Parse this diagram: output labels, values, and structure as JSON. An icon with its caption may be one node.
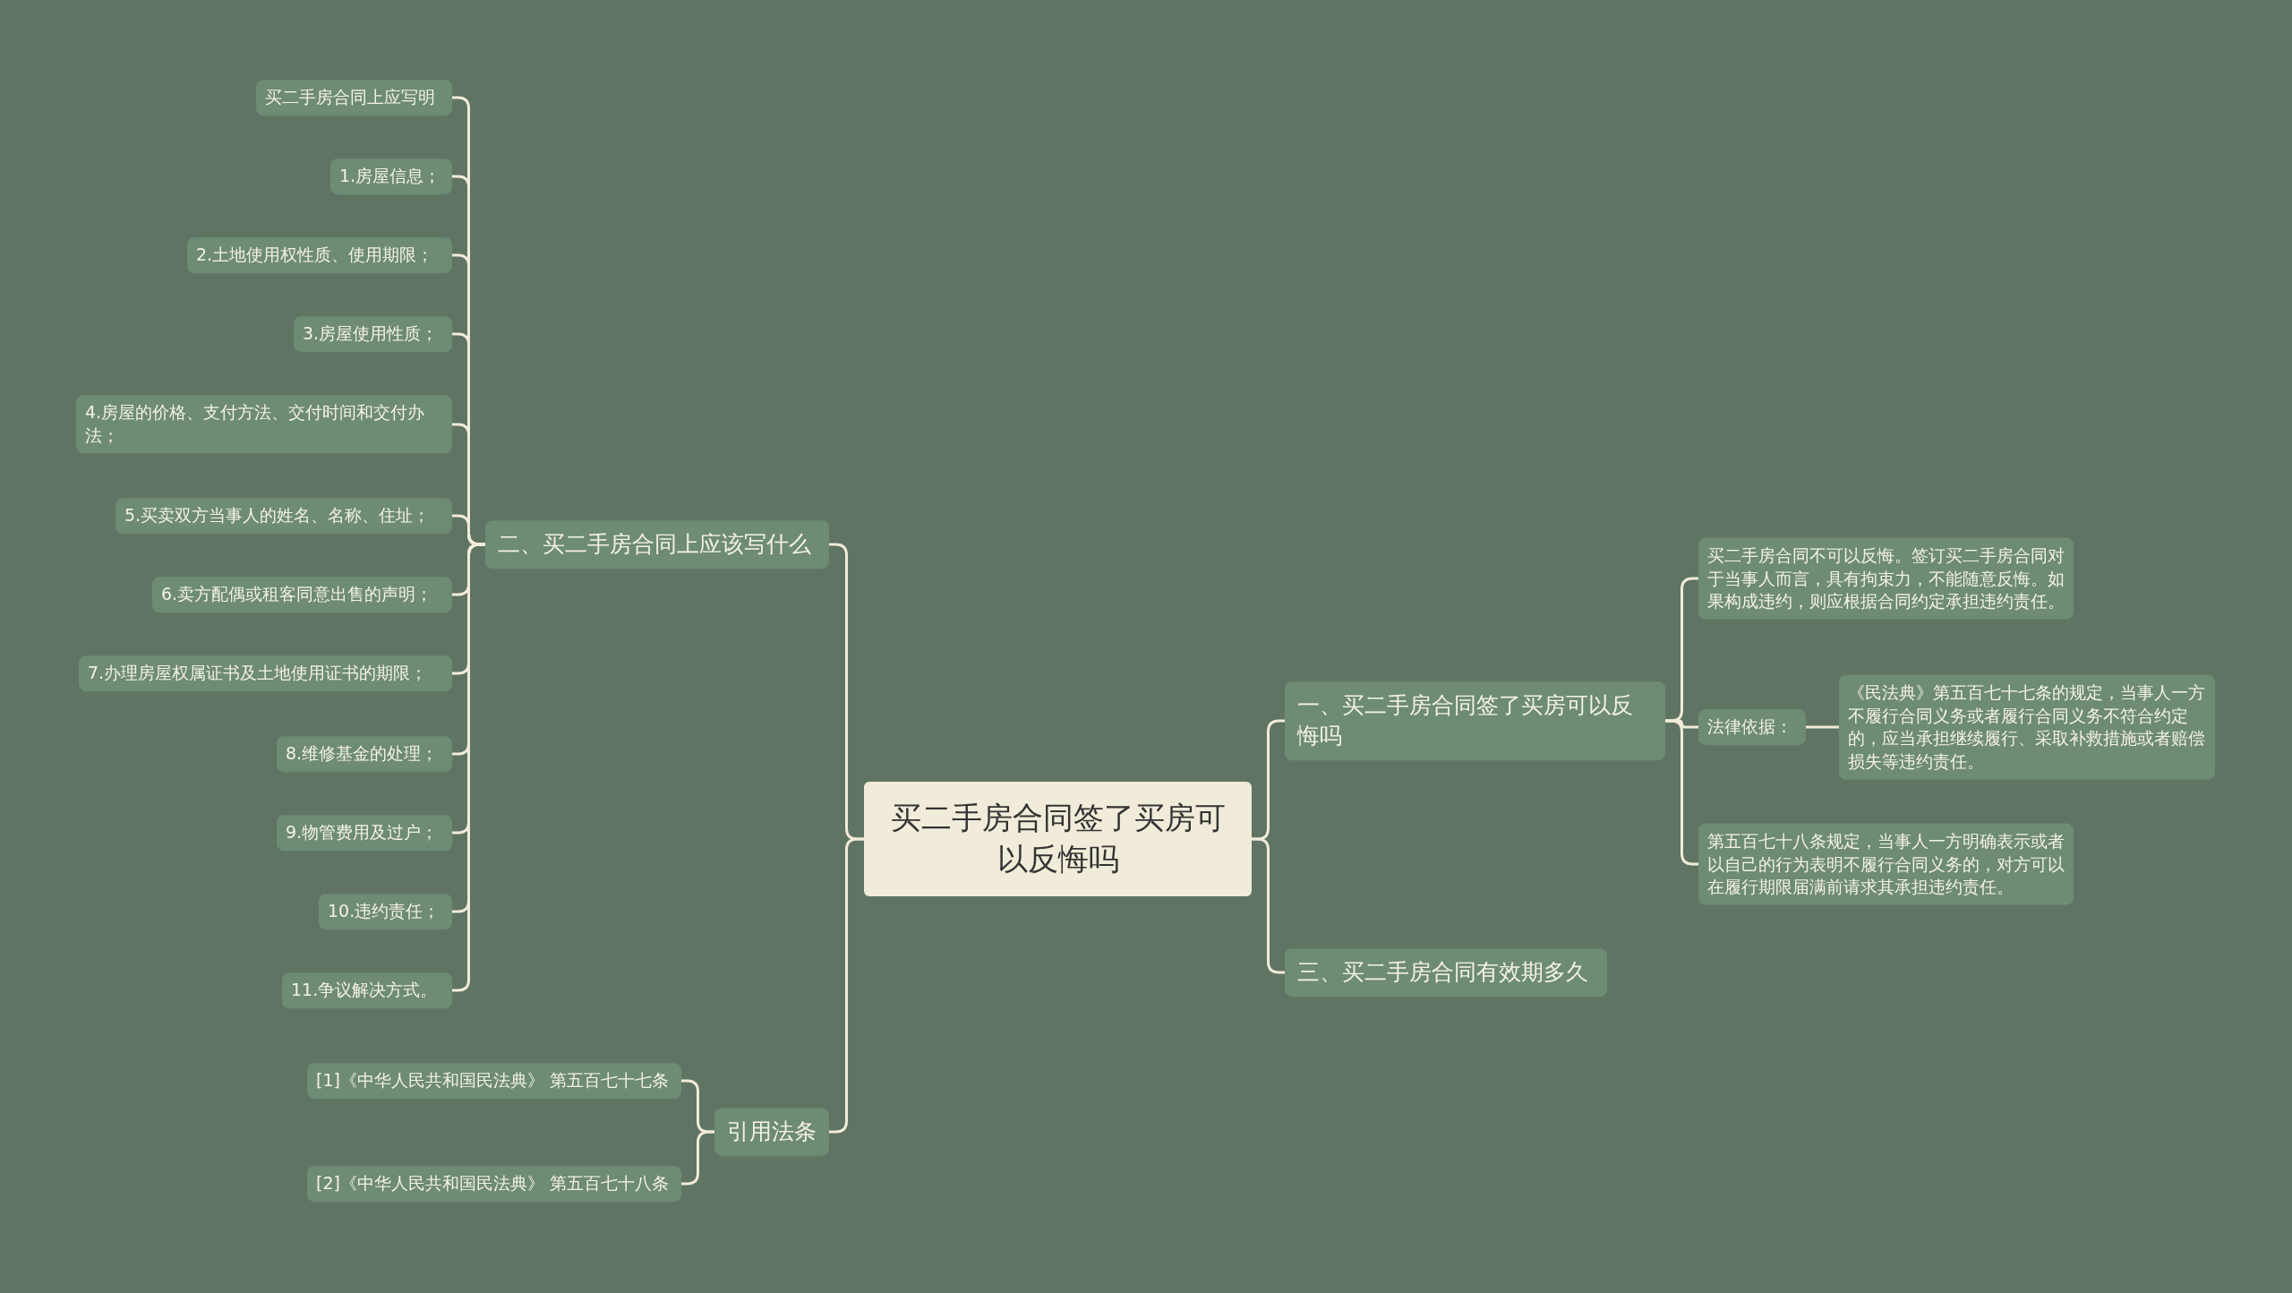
{
  "diagram": {
    "nodes": [
      {
        "text": [
          "买二手房合同签了买房可以反悔吗"
        ]
      },
      {
        "text": [
          "一、买二手房合同签了买房可以反悔吗"
        ]
      },
      {
        "text": [
          "买二手房合同不可以反悔。签订买二手房合同对于当事人而言，具有拘束力，不能随意反悔。如果构成违约，则应根据合同约定承担违约责任。"
        ]
      },
      {
        "text": [
          "法律依据："
        ]
      },
      {
        "text": [
          "《民法典》第五百七十七条的规定，当事人一方不履行合同义务或者履行合同义务不符合约定的，应当承担继续履行、采取补救措施或者赔偿损失等违约责任。"
        ]
      },
      {
        "text": [
          "第五百七十八条规定，当事人一方明确表示或者以自己的行为表明不履行合同义务的，对方可以在履行期限届满前请求其承担违约责任。"
        ]
      },
      {
        "text": [
          "三、买二手房合同有效期多久"
        ]
      },
      {
        "text": [
          "二、买二手房合同上应该写什么"
        ]
      },
      {
        "text": [
          "买二手房合同上应写明"
        ]
      },
      {
        "text": [
          "1.房屋信息；"
        ]
      },
      {
        "text": [
          "2.土地使用权性质、使用期限；"
        ]
      },
      {
        "text": [
          "3.房屋使用性质；"
        ]
      },
      {
        "text": [
          "4.房屋的价格、支付方法、交付时间和交付办法；"
        ]
      },
      {
        "text": [
          "5.买卖双方当事人的姓名、名称、住址；"
        ]
      },
      {
        "text": [
          "6.卖方配偶或租客同意出售的声明；"
        ]
      },
      {
        "text": [
          "7.办理房屋权属证书及土地使用证书的期限；"
        ]
      },
      {
        "text": [
          "8.维修基金的处理；"
        ]
      },
      {
        "text": [
          "9.物管费用及过户；"
        ]
      },
      {
        "text": [
          "10.违约责任；"
        ]
      },
      {
        "text": [
          "11.争议解决方式。"
        ]
      },
      {
        "text": [
          "引用法条"
        ]
      },
      {
        "text": [
          "[1]《中华人民共和国民法典》 第五百七十七条"
        ]
      },
      {
        "text": [
          "[2]《中华人民共和国民法典》 第五百七十八条"
        ]
      }
    ],
    "edges": [
      {
        "from": 0,
        "to": 1,
        "arrow": "none"
      },
      {
        "from": 0,
        "to": 6,
        "arrow": "none"
      },
      {
        "from": 0,
        "to": 7,
        "arrow": "none"
      },
      {
        "from": 0,
        "to": 20,
        "arrow": "none"
      },
      {
        "from": 1,
        "to": 2,
        "arrow": "none"
      },
      {
        "from": 1,
        "to": 3,
        "arrow": "none"
      },
      {
        "from": 1,
        "to": 5,
        "arrow": "none"
      },
      {
        "from": 3,
        "to": 4,
        "arrow": "none"
      },
      {
        "from": 7,
        "to": 8,
        "arrow": "none"
      },
      {
        "from": 7,
        "to": 9,
        "arrow": "none"
      },
      {
        "from": 7,
        "to": 10,
        "arrow": "none"
      },
      {
        "from": 7,
        "to": 11,
        "arrow": "none"
      },
      {
        "from": 7,
        "to": 12,
        "arrow": "none"
      },
      {
        "from": 7,
        "to": 13,
        "arrow": "none"
      },
      {
        "from": 7,
        "to": 14,
        "arrow": "none"
      },
      {
        "from": 7,
        "to": 15,
        "arrow": "none"
      },
      {
        "from": 7,
        "to": 16,
        "arrow": "none"
      },
      {
        "from": 7,
        "to": 17,
        "arrow": "none"
      },
      {
        "from": 7,
        "to": 18,
        "arrow": "none"
      },
      {
        "from": 7,
        "to": 19,
        "arrow": "none"
      },
      {
        "from": 20,
        "to": 21,
        "arrow": "none"
      },
      {
        "from": 20,
        "to": 22,
        "arrow": "none"
      }
    ]
  }
}
